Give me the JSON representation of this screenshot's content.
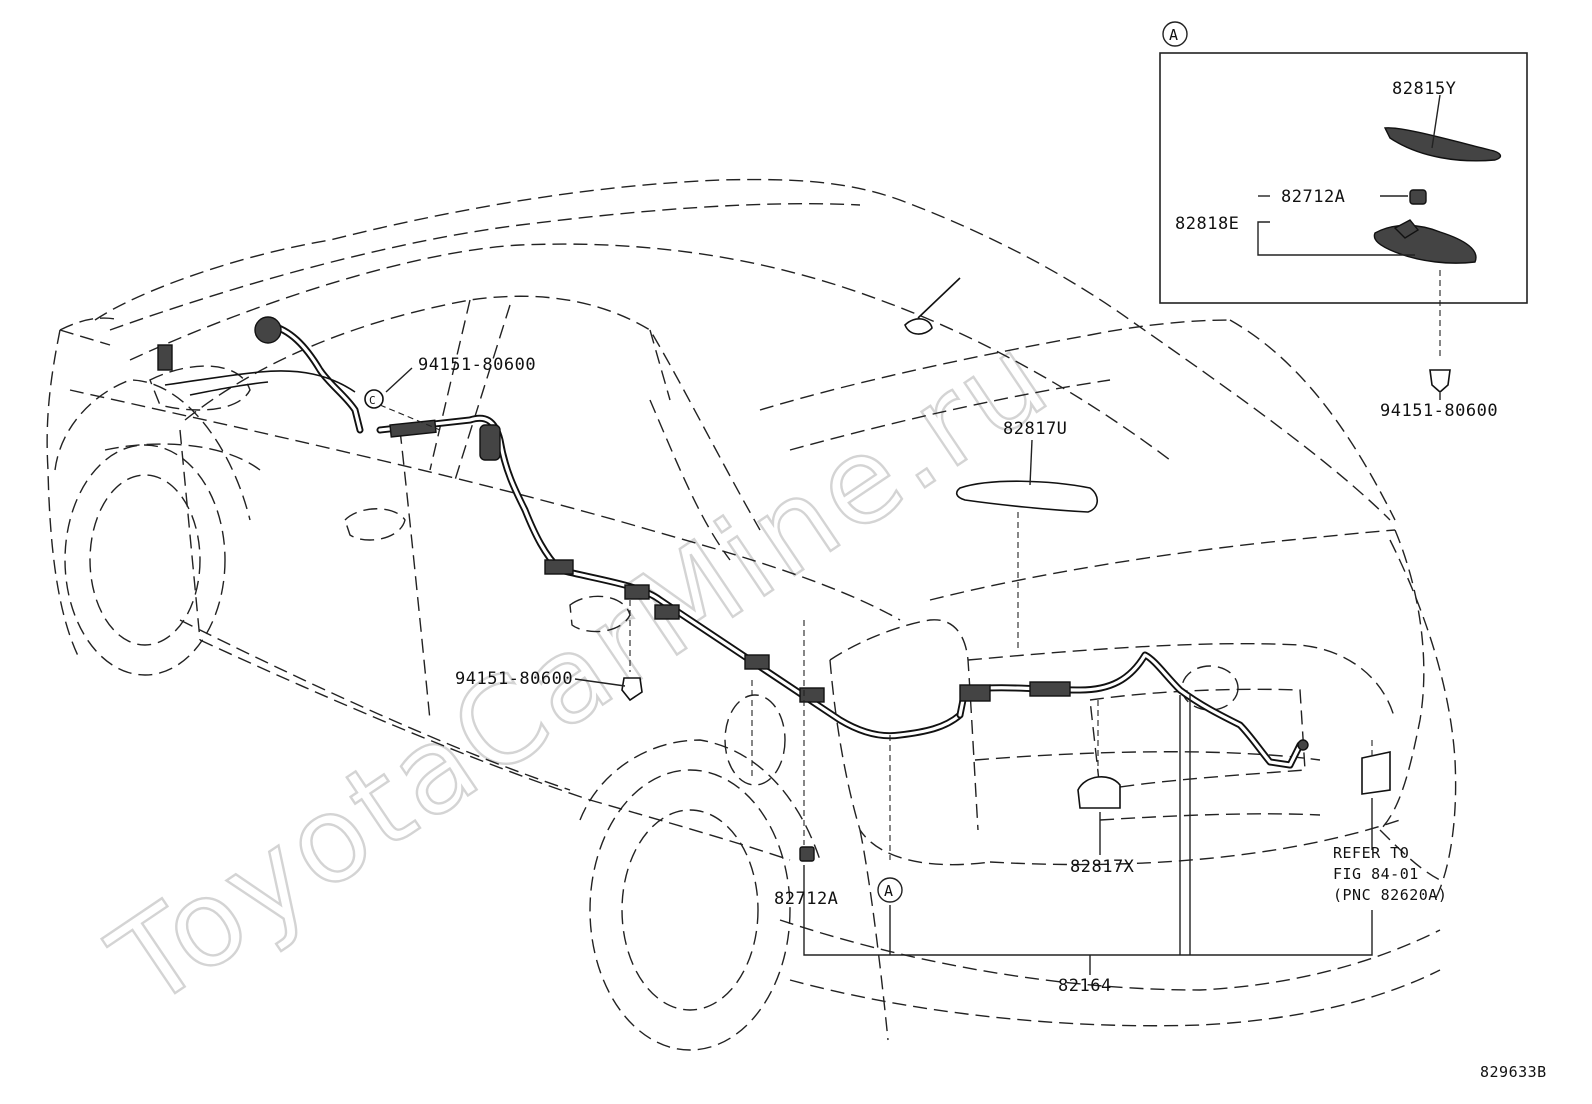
{
  "labels": {
    "inset_marker": "A",
    "callout_marker": "A",
    "p82815Y": "82815Y",
    "p82712A_inset": "82712A",
    "p82818E": "82818E",
    "p94151_inset": "94151-80600",
    "p94151_roof": "94151-80600",
    "p82817U": "82817U",
    "p94151_door": "94151-80600",
    "p82712A_lower": "82712A",
    "p82817X": "82817X",
    "refer_line1": "REFER TO",
    "refer_line2": "FIG 84-01",
    "refer_line3": "(PNC 82620A)",
    "p82164": "82164",
    "diagram_id": "829633B",
    "clip_mark": "C"
  },
  "watermark": "ToyotaCarMine.ru"
}
